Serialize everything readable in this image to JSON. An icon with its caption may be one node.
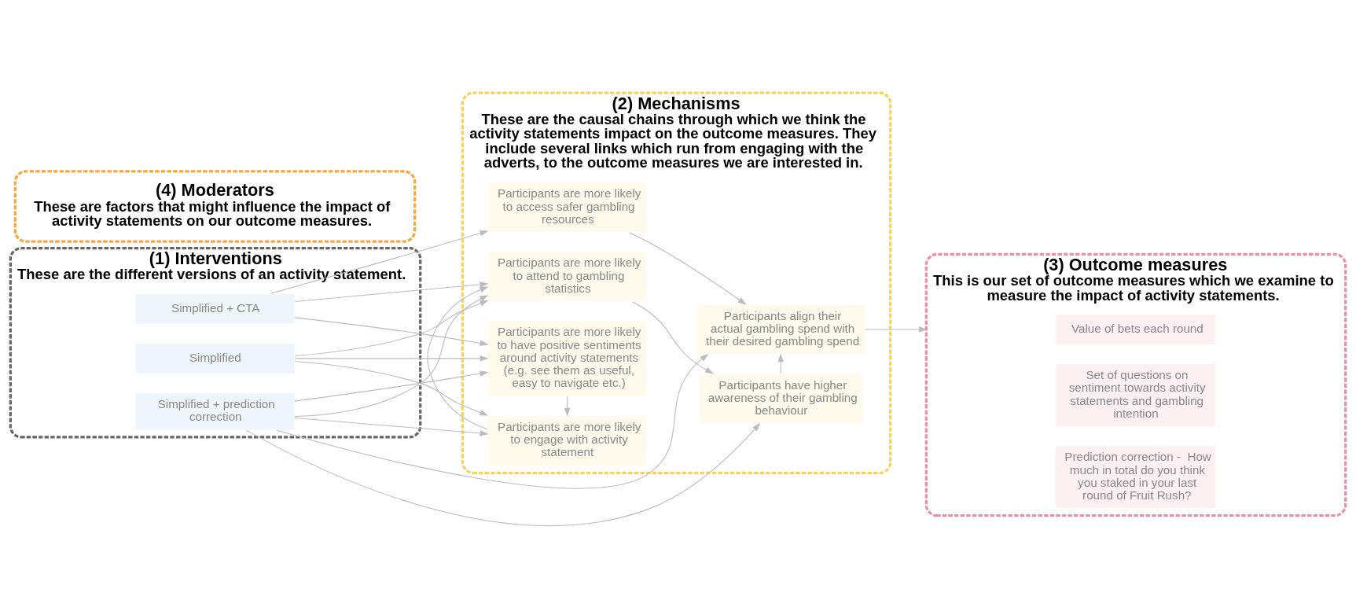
{
  "diagram": {
    "nodes": [
      {
        "text": [
          "(1) Interventions",
          "These are the different versions of an activity statement."
        ]
      },
      {
        "text": [
          "Simplified"
        ],
        "in": 0
      },
      {
        "text": [
          "Simplified + CTA"
        ],
        "in": 0
      },
      {
        "text": [
          "Simplified + prediction correction"
        ],
        "in": 0
      },
      {
        "text": [
          "(2) Mechanisms",
          "These are the causal chains through which we think the activity statements impact on the outcome measures. They include several links which run from engaging with the adverts, to the outcome measures we are interested in."
        ]
      },
      {
        "text": [
          "Participants are more likely to access safer gambling resources"
        ],
        "in": 4
      },
      {
        "text": [
          "Participants are more likely to attend to gambling statistics"
        ],
        "in": 4
      },
      {
        "text": [
          "Participants are more likely to engage with activity statement"
        ],
        "in": 4
      },
      {
        "text": [
          "Participants are more likely to have positive sentiments around activity statements (e.g. see them as useful, easy to navigate etc.)"
        ],
        "in": 4
      },
      {
        "text": [
          "Participants have higher awareness of their gambling behaviour"
        ],
        "in": 4
      },
      {
        "text": [
          "Participants align their actual gambling spend with their desired gambling spend"
        ],
        "in": 4
      },
      {
        "text": [
          "(3) Outcome measures",
          "This is our set of outcome measures which we examine to measure the impact of activity statements."
        ]
      },
      {
        "text": [
          "Value of bets each round"
        ],
        "in": 11
      },
      {
        "text": [
          "Set of questions on sentiment towards activity statements and gambling intention"
        ],
        "in": 11
      },
      {
        "text": [
          "Prediction correction -  How much in total do you think you staked in your last round of Fruit Rush?"
        ],
        "in": 11
      },
      {
        "text": [
          "(4) Moderators",
          "These are factors that might influence the impact of activity statements on our outcome measures."
        ]
      }
    ],
    "edges": [
      {
        "from": 1,
        "to": 6,
        "arrow": "to"
      },
      {
        "from": 1,
        "to": 7,
        "arrow": "to"
      },
      {
        "from": 1,
        "to": 8,
        "arrow": "to"
      },
      {
        "from": 2,
        "to": 5,
        "arrow": "to"
      },
      {
        "from": 2,
        "to": 6,
        "arrow": "to"
      },
      {
        "from": 2,
        "to": 8,
        "arrow": "to"
      },
      {
        "from": 3,
        "to": 6,
        "arrow": "to"
      },
      {
        "from": 3,
        "to": 7,
        "arrow": "to"
      },
      {
        "from": 3,
        "to": 8,
        "arrow": "to"
      },
      {
        "from": 3,
        "to": 9,
        "arrow": "to"
      },
      {
        "from": 3,
        "to": 10,
        "arrow": "to"
      },
      {
        "from": 7,
        "to": 6,
        "arrow": "to"
      },
      {
        "from": 8,
        "to": 7,
        "arrow": "to"
      },
      {
        "from": 5,
        "to": 10,
        "arrow": "to"
      },
      {
        "from": 6,
        "to": 9,
        "arrow": "to"
      },
      {
        "from": 9,
        "to": 10,
        "arrow": "to"
      },
      {
        "from": 10,
        "to": 11,
        "arrow": "to"
      }
    ]
  }
}
